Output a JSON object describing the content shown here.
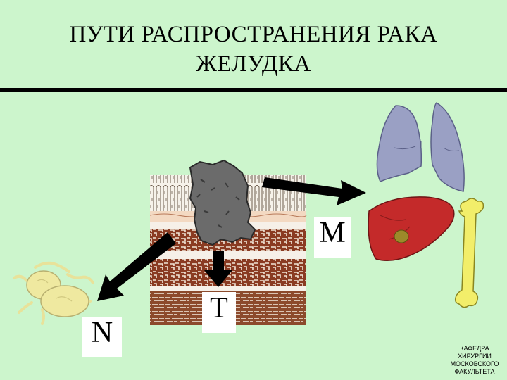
{
  "title": {
    "line1": "ПУТИ РАСПРОСТРАНЕНИЯ РАКА",
    "line2": "ЖЕЛУДКА"
  },
  "labels": {
    "metastasis": "M",
    "tumor": "T",
    "nodes": "N"
  },
  "footer": {
    "line1": "КАФЕДРА",
    "line2": "ХИРУРГИИ",
    "line3": "МОСКОВСКОГО",
    "line4": "ФАКУЛЬТЕТА"
  },
  "illustrations": [
    "stomach-wall-section",
    "tumor",
    "lymph-nodes",
    "lungs",
    "liver",
    "bone"
  ],
  "colors": {
    "background": "#ccf5cc",
    "tumor": "#6a6a6a",
    "lungs": "#9aa0c4",
    "liver": "#c42a2a",
    "bone": "#f2ee6a",
    "lymph_nodes": "#efe9a0",
    "arrow": "#000000"
  }
}
